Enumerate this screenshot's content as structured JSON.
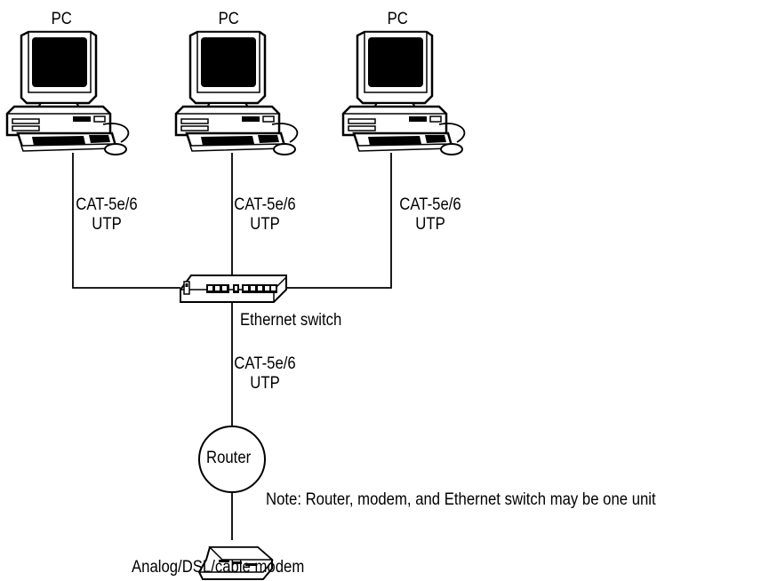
{
  "pc_labels": [
    "PC",
    "PC",
    "PC"
  ],
  "cable_labels": [
    {
      "line1": "CAT-5e/6",
      "line2": "UTP"
    },
    {
      "line1": "CAT-5e/6",
      "line2": "UTP"
    },
    {
      "line1": "CAT-5e/6",
      "line2": "UTP"
    },
    {
      "line1": "CAT-5e/6",
      "line2": "UTP"
    }
  ],
  "switch_label": "Ethernet switch",
  "router_label": "Router",
  "note": "Note: Router, modem, and Ethernet switch may be one unit",
  "modem_label": "Analog/DSL/cable modem"
}
